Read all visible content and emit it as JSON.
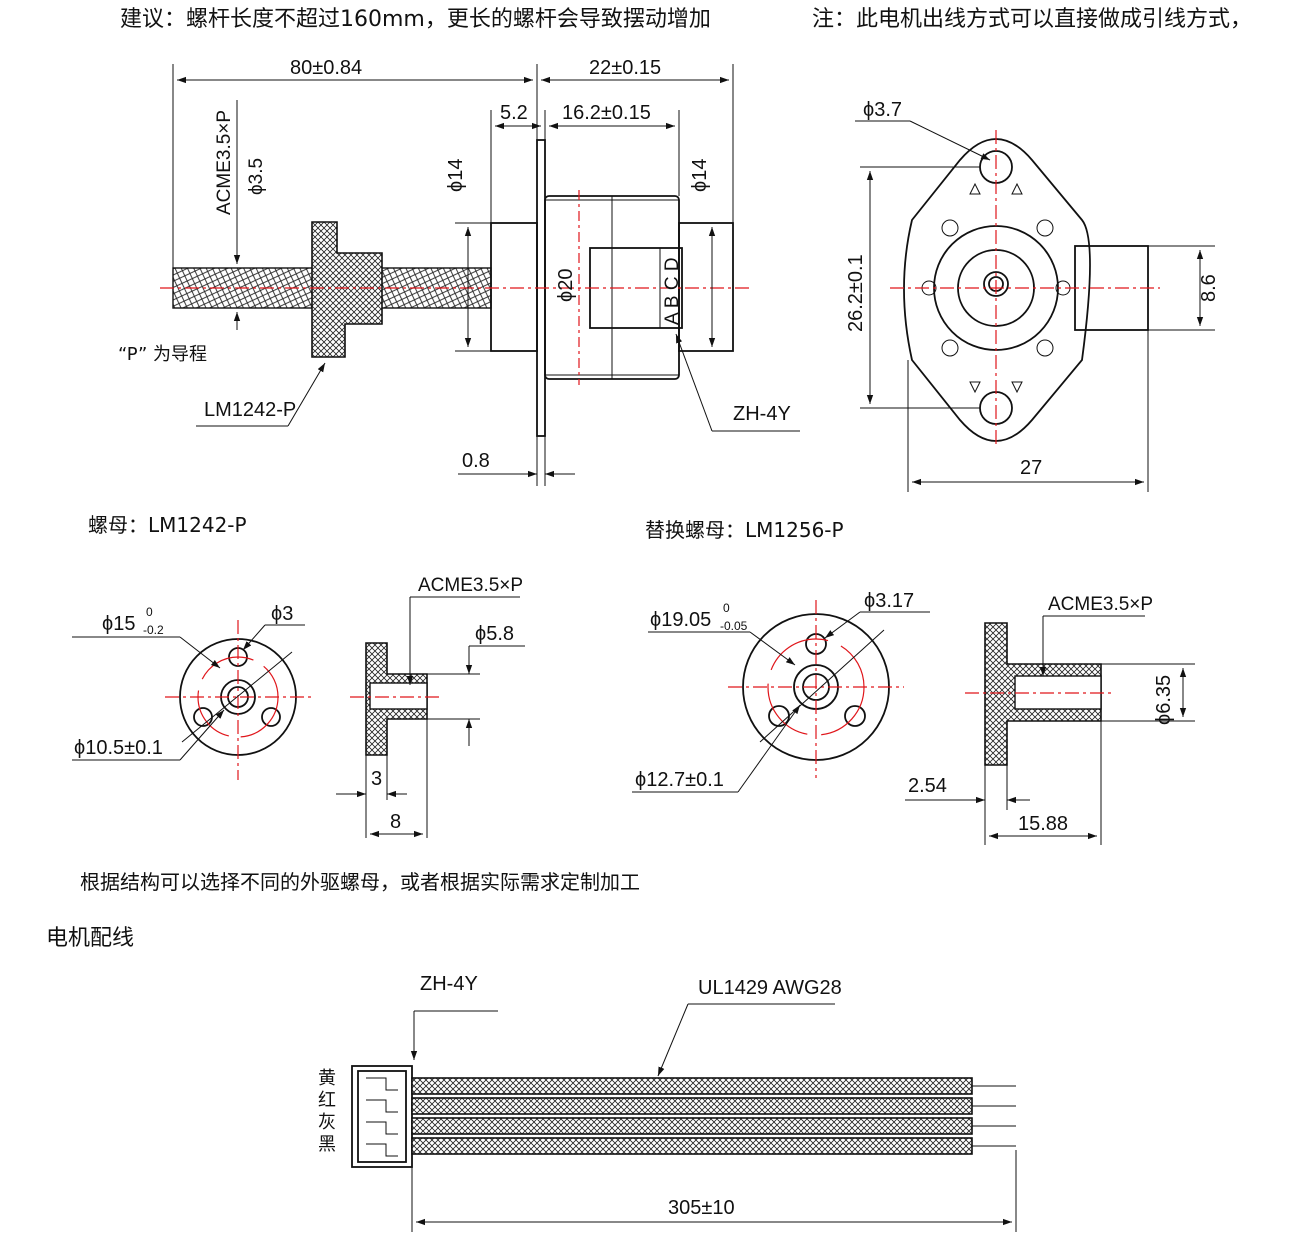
{
  "notes": {
    "top_left": "建议：螺杆长度不超过160mm，更长的螺杆会导致摆动增加",
    "top_right": "注：此电机出线方式可以直接做成引线方式，",
    "lead_note": "“P” 为导程",
    "nut_label": "LM1242-P",
    "connector_label": "ZH-4Y",
    "nut_title": "螺母：LM1242-P",
    "alt_nut_title": "替换螺母：LM1256-P",
    "custom_note": "根据结构可以选择不同的外驱螺母，或者根据实际需求定制加工",
    "wiring_title": "电机配线",
    "wiring_connector": "ZH-4Y",
    "wire_spec": "UL1429 AWG28",
    "wire_colors": [
      "黄",
      "红",
      "灰",
      "黑"
    ]
  },
  "dims_side": {
    "total_length": "80±0.84",
    "motor_length": "22±0.15",
    "shaft_offset": "5.2",
    "body_length": "16.2±0.15",
    "screw_thread": "ACME3.5×P",
    "screw_diameter": "ϕ3.5",
    "dia_left": "ϕ14",
    "dia_right": "ϕ14",
    "dia_body": "ϕ20",
    "terminal_letters": "A B C D",
    "flange_thickness": "0.8"
  },
  "dims_front": {
    "hole": "ϕ3.7",
    "hole_spacing": "26.2±0.1",
    "width": "27",
    "outlet": "8.6"
  },
  "nut1": {
    "outer_dia": "ϕ15",
    "outer_tol_up": "0",
    "outer_tol_dn": "-0.2",
    "hole": "ϕ3",
    "pcd": "ϕ10.5±0.1",
    "thread": "ACME3.5×P",
    "hub_dia": "ϕ5.8",
    "flange_w": "3",
    "total_w": "8"
  },
  "nut2": {
    "outer_dia": "ϕ19.05",
    "outer_tol_up": "0",
    "outer_tol_dn": "-0.05",
    "hole": "ϕ3.17",
    "pcd": "ϕ12.7±0.1",
    "thread": "ACME3.5×P",
    "hub_dia": "ϕ6.35",
    "flange_w": "2.54",
    "total_w": "15.88"
  },
  "wiring": {
    "length": "305±10"
  }
}
